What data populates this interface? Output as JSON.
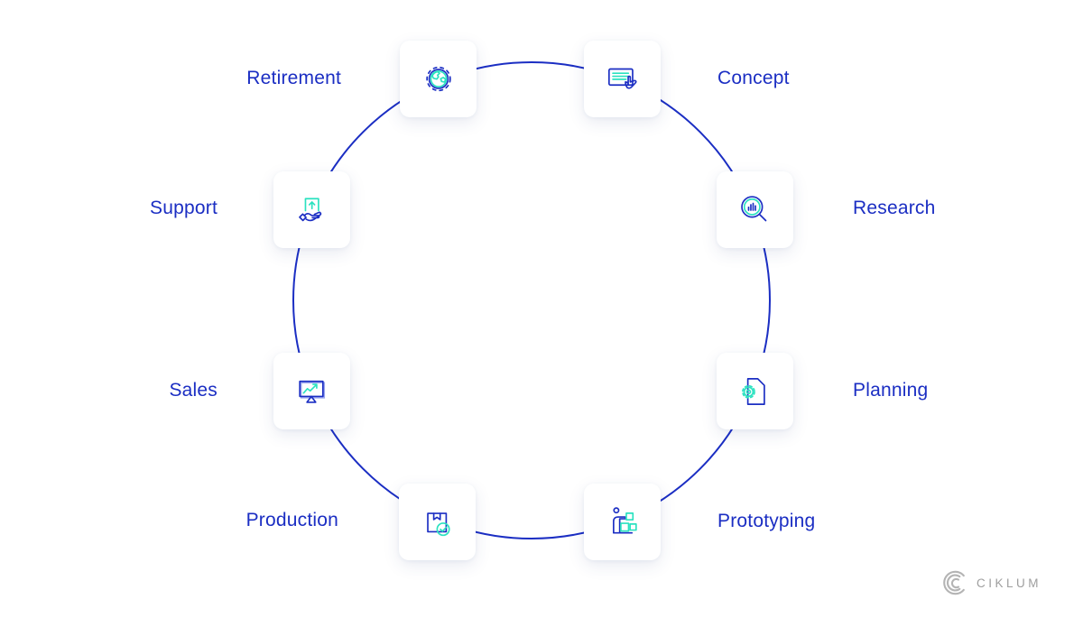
{
  "colors": {
    "primary_blue": "#1b2ec3",
    "accent_teal": "#2be2c0",
    "logo_gray": "#a9a9a9",
    "background": "#ffffff"
  },
  "diagram": {
    "type": "circular-lifecycle",
    "stages": [
      {
        "label": "Concept",
        "icon": "presentation-card-hand-icon"
      },
      {
        "label": "Research",
        "icon": "magnifier-bar-chart-icon"
      },
      {
        "label": "Planning",
        "icon": "document-gear-icon"
      },
      {
        "label": "Prototyping",
        "icon": "person-building-blocks-icon"
      },
      {
        "label": "Production",
        "icon": "package-check-icon"
      },
      {
        "label": "Sales",
        "icon": "monitor-growth-chart-icon"
      },
      {
        "label": "Support",
        "icon": "hand-box-arrow-icon"
      },
      {
        "label": "Retirement",
        "icon": "gear-globe-icon"
      }
    ]
  },
  "branding": {
    "logo_text": "CIKLUM"
  }
}
